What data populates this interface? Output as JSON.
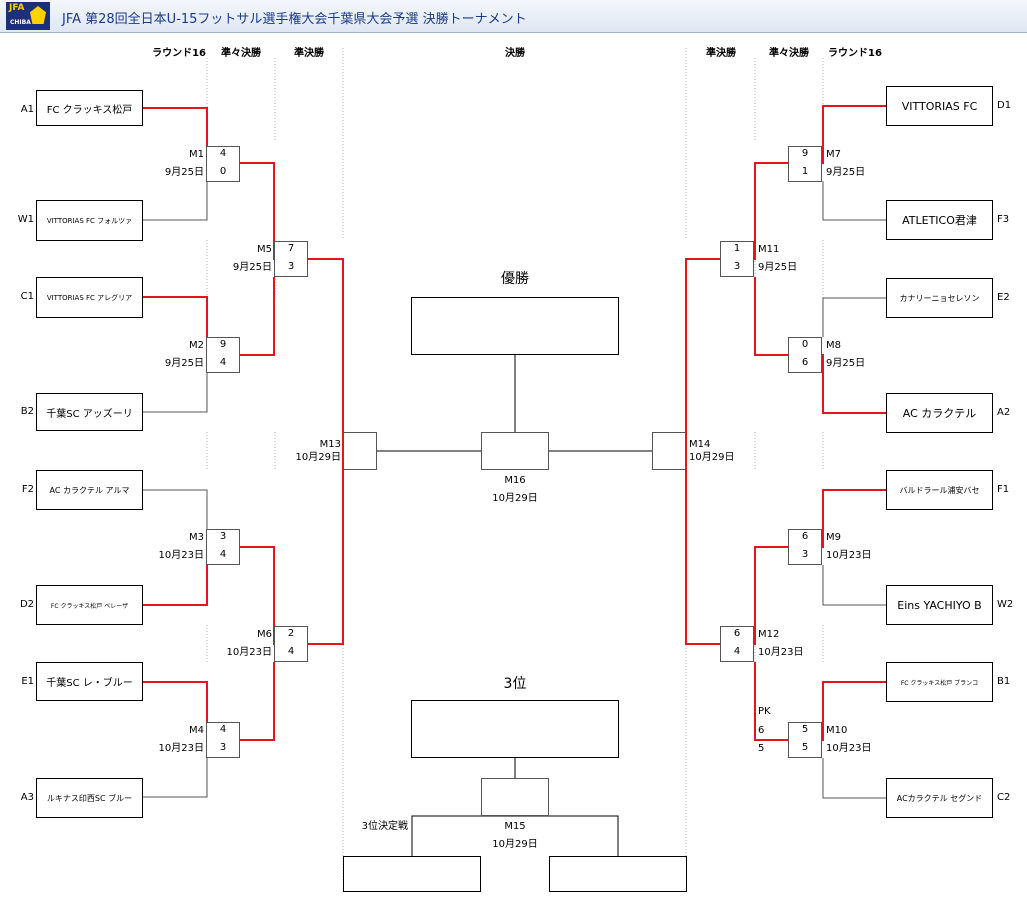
{
  "header": {
    "logo_text": "JFA",
    "logo_subtext": "CHIBA",
    "title": "JFA 第28回全日本U-15フットサル選手権大会千葉県大会予選 決勝トーナメント"
  },
  "rounds": {
    "r16_left": "ラウンド16",
    "qf_left": "準々決勝",
    "sf_left": "準決勝",
    "final": "決勝",
    "sf_right": "準決勝",
    "qf_right": "準々決勝",
    "r16_right": "ラウンド16"
  },
  "champion_label": "優勝",
  "third_label": "3位",
  "third_playoff_label": "3位決定戦",
  "teams": [
    {
      "seed": "A1",
      "name": "FC クラッキス松戸"
    },
    {
      "seed": "W1",
      "name": "VITTORIAS FC フォルツァ"
    },
    {
      "seed": "C1",
      "name": "VITTORIAS FC アレグリア"
    },
    {
      "seed": "B2",
      "name": "千葉SC アッズーリ"
    },
    {
      "seed": "F2",
      "name": "AC カラクテル アルマ"
    },
    {
      "seed": "D2",
      "name": "FC クラッキス松戸 ベレーザ"
    },
    {
      "seed": "E1",
      "name": "千葉SC レ・ブルー"
    },
    {
      "seed": "A3",
      "name": "ルキナス印西SC ブルー"
    },
    {
      "seed": "D1",
      "name": "VITTORIAS FC"
    },
    {
      "seed": "F3",
      "name": "ATLETICO君津"
    },
    {
      "seed": "E2",
      "name": "カナリーニョセレソン"
    },
    {
      "seed": "A2",
      "name": "AC カラクテル"
    },
    {
      "seed": "F1",
      "name": "バルドラール浦安バセ"
    },
    {
      "seed": "W2",
      "name": "Eins YACHIYO B"
    },
    {
      "seed": "B1",
      "name": "FC クラッキス松戸 ブランコ"
    },
    {
      "seed": "C2",
      "name": "ACカラクテル セグンド"
    }
  ],
  "matches": [
    {
      "id": "M1",
      "date": "9月25日",
      "score_top": "4",
      "score_bottom": "0"
    },
    {
      "id": "M2",
      "date": "9月25日",
      "score_top": "9",
      "score_bottom": "4"
    },
    {
      "id": "M3",
      "date": "10月23日",
      "score_top": "3",
      "score_bottom": "4"
    },
    {
      "id": "M4",
      "date": "10月23日",
      "score_top": "4",
      "score_bottom": "3"
    },
    {
      "id": "M5",
      "date": "9月25日",
      "score_top": "7",
      "score_bottom": "3"
    },
    {
      "id": "M6",
      "date": "10月23日",
      "score_top": "2",
      "score_bottom": "4"
    },
    {
      "id": "M7",
      "date": "9月25日",
      "score_top": "9",
      "score_bottom": "1"
    },
    {
      "id": "M8",
      "date": "9月25日",
      "score_top": "0",
      "score_bottom": "6"
    },
    {
      "id": "M9",
      "date": "10月23日",
      "score_top": "6",
      "score_bottom": "3"
    },
    {
      "id": "M10",
      "date": "10月23日",
      "score_top": "5",
      "score_bottom": "5"
    },
    {
      "id": "M11",
      "date": "9月25日",
      "score_top": "1",
      "score_bottom": "3"
    },
    {
      "id": "M12",
      "date": "10月23日",
      "score_top": "6",
      "score_bottom": "4"
    },
    {
      "id": "M13",
      "date": "10月29日"
    },
    {
      "id": "M14",
      "date": "10月29日"
    },
    {
      "id": "M15",
      "date": "10月29日"
    },
    {
      "id": "M16",
      "date": "10月29日"
    }
  ],
  "pk": {
    "label": "PK",
    "top": "6",
    "bottom": "5"
  },
  "colors": {
    "win_line": "#e8141c",
    "line": "#555555",
    "header_text": "#1a3a8a"
  }
}
